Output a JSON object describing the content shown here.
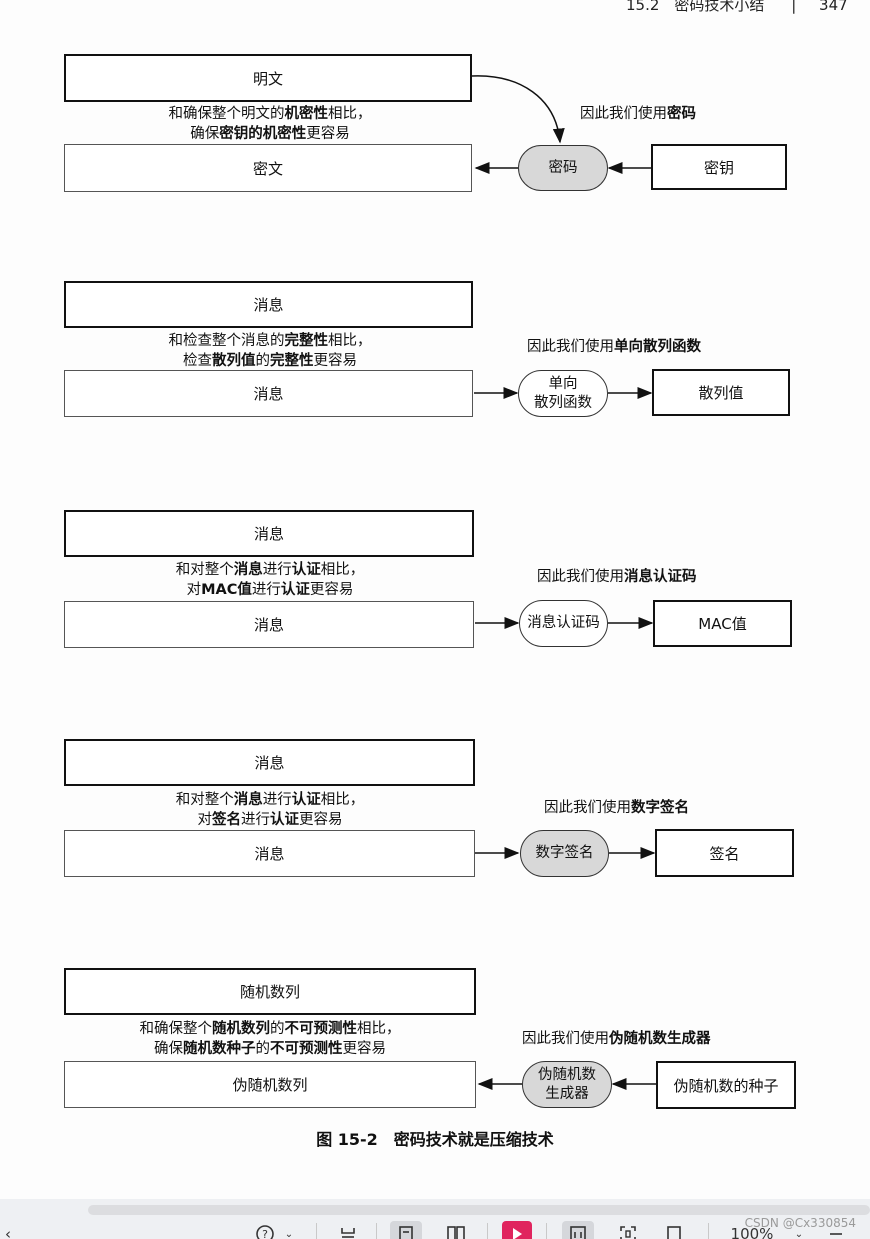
{
  "header": {
    "section": "15.2　密码技术小结",
    "divider": "|",
    "page_number": "347"
  },
  "rows": [
    {
      "top_box": "明文",
      "note_line1": [
        "和确保整个明文的",
        "机密性",
        "相比，"
      ],
      "note_line2": [
        "确保",
        "密钥",
        "的",
        "机密性",
        "更容易"
      ],
      "caption": [
        "因此我们使用",
        "密码"
      ],
      "left_box": "密文",
      "pill": [
        "密码"
      ],
      "right_box": "密钥"
    },
    {
      "top_box": "消息",
      "note_line1": [
        "和检查整个消息的",
        "完整性",
        "相比，"
      ],
      "note_line2": [
        "检查",
        "散列值",
        "的",
        "完整性",
        "更容易"
      ],
      "caption": [
        "因此我们使用",
        "单向散列函数"
      ],
      "left_box": "消息",
      "pill": [
        "单向",
        "散列函数"
      ],
      "right_box": "散列值"
    },
    {
      "top_box": "消息",
      "note_line1": [
        "和对整个",
        "消息",
        "进行",
        "认证",
        "相比，"
      ],
      "note_line2": [
        "对",
        "MAC值",
        "进行",
        "认证",
        "更容易"
      ],
      "caption": [
        "因此我们使用",
        "消息认证码"
      ],
      "left_box": "消息",
      "pill": [
        "消息认证码"
      ],
      "right_box": "MAC值"
    },
    {
      "top_box": "消息",
      "note_line1": [
        "和对整个",
        "消息",
        "进行",
        "认证",
        "相比，"
      ],
      "note_line2": [
        "对",
        "签名",
        "进行",
        "认证",
        "更容易"
      ],
      "caption": [
        "因此我们使用",
        "数字签名"
      ],
      "left_box": "消息",
      "pill": [
        "数字签名"
      ],
      "right_box": "签名"
    },
    {
      "top_box": "随机数列",
      "note_line1": [
        "和确保整个",
        "随机数列",
        "的",
        "不可预测性",
        "相比，"
      ],
      "note_line2": [
        "确保",
        "随机数种子",
        "的",
        "不可预测性",
        "更容易"
      ],
      "caption": [
        "因此我们使用",
        "伪随机数生成器"
      ],
      "left_box": "伪随机数列",
      "pill": [
        "伪随机数",
        "生成器"
      ],
      "right_box": "伪随机数的种子"
    }
  ],
  "figure_caption": "图 15-2　密码技术就是压缩技术",
  "toolbar": {
    "back_glyph": "‹",
    "zoom_level": "100%",
    "watermark": "CSDN @Cx330854"
  },
  "icons": [
    "back-icon",
    "help-icon",
    "single-page-icon",
    "scroll-page-icon",
    "two-page-icon",
    "bookmark-red-icon",
    "fit-width-icon",
    "fit-page-icon",
    "fullscreen-icon",
    "zoom-dropdown-icon",
    "more-icon"
  ]
}
